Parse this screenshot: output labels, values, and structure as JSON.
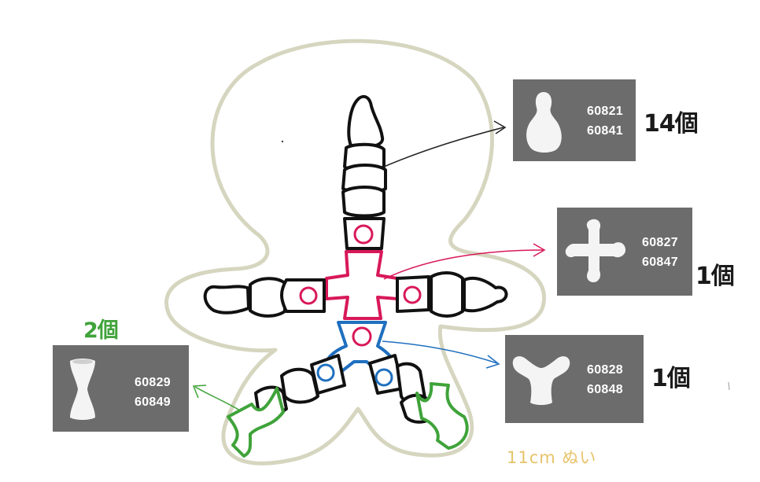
{
  "parts": {
    "head": {
      "codes": [
        "60821",
        "60841"
      ],
      "quantity": "14個",
      "icon": "bead-gourd-icon"
    },
    "cross": {
      "codes": [
        "60827",
        "60847"
      ],
      "quantity": "1個",
      "icon": "cross-connector-icon"
    },
    "y_joint": {
      "codes": [
        "60828",
        "60848"
      ],
      "quantity": "1個",
      "icon": "y-connector-icon"
    },
    "spool": {
      "codes": [
        "60829",
        "60849"
      ],
      "quantity": "2個",
      "icon": "spool-connector-icon"
    }
  },
  "note": "11cm ぬい",
  "colors": {
    "outline": "#d6d6c0",
    "cross_highlight": "#d8185a",
    "y_highlight": "#1f6fbf",
    "leg_highlight": "#3fa33a",
    "card_bg": "#6c6c6c",
    "note": "#e7c36b"
  }
}
